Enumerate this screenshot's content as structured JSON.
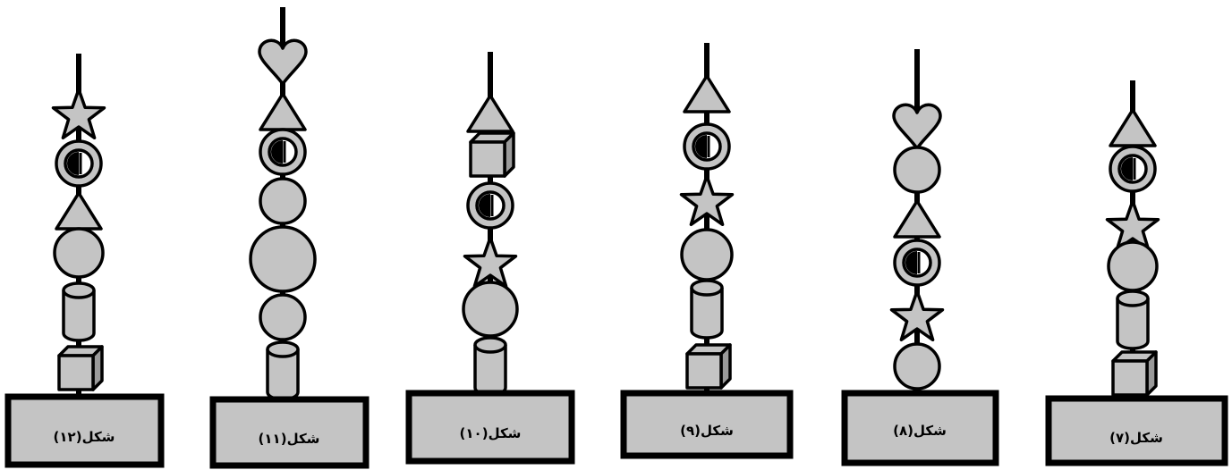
{
  "figures": [
    {
      "label": "شکل(۱۲)",
      "shapes": [
        "star",
        "ring",
        "triangle",
        "circle",
        "cylinder",
        "cube"
      ]
    },
    {
      "label": "شکل(۱۱)",
      "shapes": [
        "heart",
        "triangle",
        "ring",
        "circle",
        "circle",
        "circle",
        "cylinder"
      ]
    },
    {
      "label": "شکل(۱۰)",
      "shapes": [
        "triangle",
        "cube",
        "ring",
        "star",
        "circle",
        "cylinder"
      ]
    },
    {
      "label": "شکل(۹)",
      "shapes": [
        "triangle",
        "ring",
        "star",
        "circle",
        "cylinder",
        "cube"
      ]
    },
    {
      "label": "شکل(۸)",
      "shapes": [
        "heart",
        "circle",
        "triangle",
        "ring",
        "star",
        "circle"
      ]
    },
    {
      "label": "شکل(۷)",
      "shapes": [
        "triangle",
        "ring",
        "star",
        "circle",
        "cylinder",
        "cube"
      ]
    }
  ],
  "colors": {
    "fill": "#c4c4c4",
    "cube_side": "#9a9a9a",
    "stroke": "#000000"
  },
  "icons": {
    "star": "star-icon",
    "ring": "ring-icon",
    "triangle": "triangle-icon",
    "circle": "circle-icon",
    "cylinder": "cylinder-icon",
    "cube": "cube-icon",
    "heart": "heart-icon"
  }
}
